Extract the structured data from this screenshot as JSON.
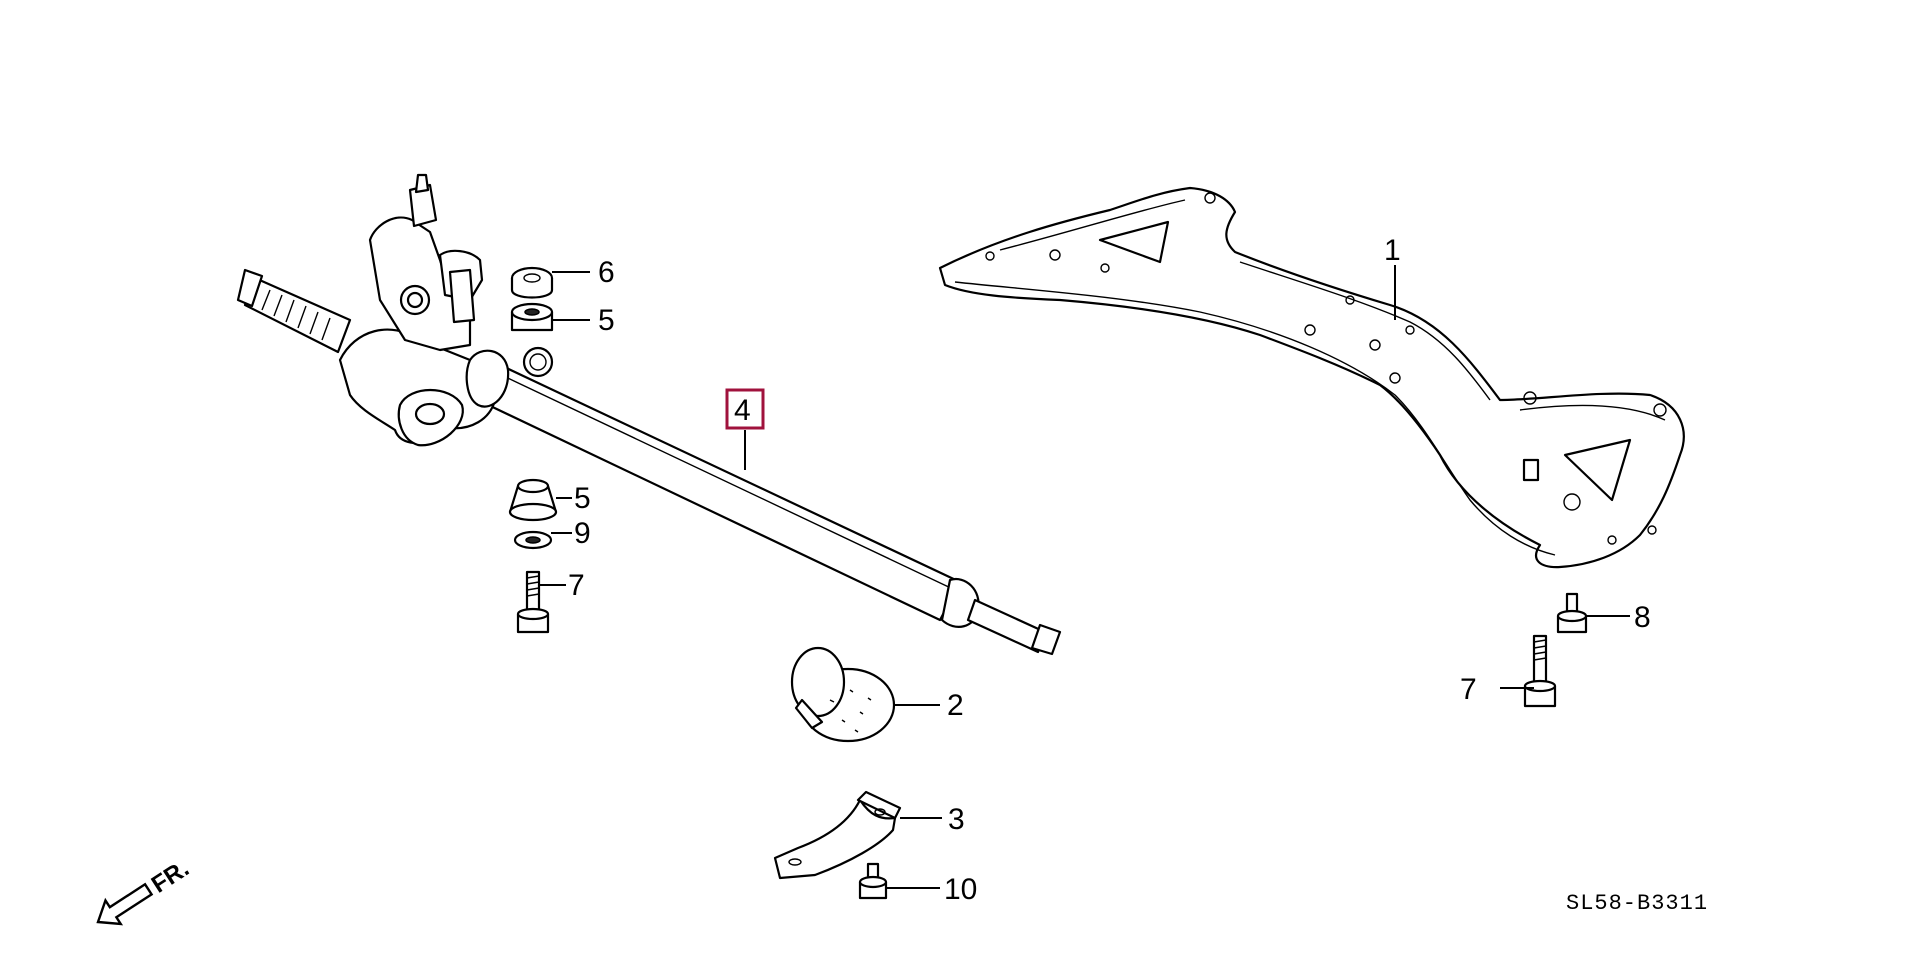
{
  "diagram_code": "SL58-B3311",
  "front_indicator": "FR.",
  "highlight_color": "#a0123c",
  "callouts": [
    {
      "id": "1",
      "label": "1"
    },
    {
      "id": "2",
      "label": "2"
    },
    {
      "id": "3",
      "label": "3"
    },
    {
      "id": "4",
      "label": "4",
      "highlighted": true
    },
    {
      "id": "5a",
      "label": "5"
    },
    {
      "id": "5b",
      "label": "5"
    },
    {
      "id": "6",
      "label": "6"
    },
    {
      "id": "7a",
      "label": "7"
    },
    {
      "id": "7b",
      "label": "7"
    },
    {
      "id": "8",
      "label": "8"
    },
    {
      "id": "9",
      "label": "9"
    },
    {
      "id": "10",
      "label": "10"
    }
  ]
}
